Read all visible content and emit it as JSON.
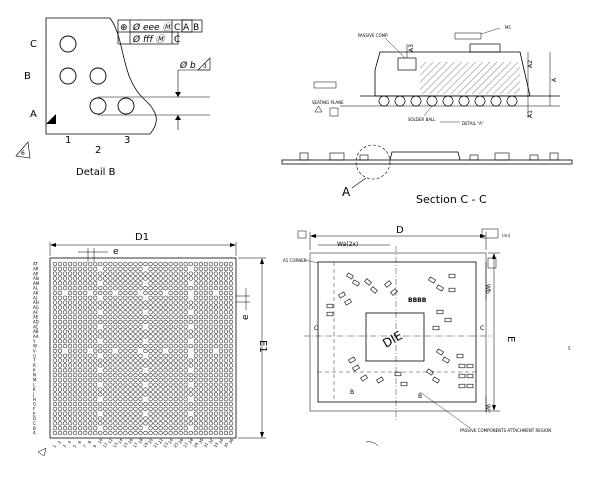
{
  "detail_b": {
    "row_labels": [
      "C",
      "B",
      "A"
    ],
    "col_labels": [
      "1",
      "2",
      "3"
    ],
    "fcf_row1": [
      "⊕",
      "Ø eee Ⓜ",
      "C",
      "A",
      "B"
    ],
    "fcf_row2": [
      "Ø fff Ⓜ",
      "C"
    ],
    "ball_dim": "Ø b",
    "ball_note": "3",
    "note_flag": "6",
    "caption": "Detail B"
  },
  "section_cc": {
    "caption": "Section C - C",
    "callout": "A",
    "labels": {
      "passive_comp": "PASSIVE COMP.",
      "mc": "MC",
      "seating_plane": "SEATING PLANE",
      "solder_ball": "SOLDER BALL",
      "detail_a": "DETAIL \"A\"",
      "dim_a": "A",
      "dim_a1": "A1",
      "dim_a2": "A2",
      "dim_a3": "A3"
    }
  },
  "bottom_view": {
    "dim_d1": "D1",
    "dim_e": "e",
    "dim_e_side": "e",
    "dim_e1": "E1",
    "row_letters": [
      "AT",
      "AR",
      "AP",
      "AN",
      "AM",
      "AL",
      "AK",
      "AJ",
      "AH",
      "AG",
      "AF",
      "AE",
      "AD",
      "AC",
      "AB",
      "AA",
      "Y",
      "W",
      "V",
      "U",
      "T",
      "R",
      "P",
      "N",
      "M",
      "L",
      "K",
      "J",
      "H",
      "G",
      "F",
      "E",
      "D",
      "C",
      "B",
      "A"
    ],
    "col_numbers": [
      "1",
      "2",
      "3",
      "4",
      "5",
      "6",
      "7",
      "8",
      "9",
      "10",
      "11",
      "12",
      "13",
      "14",
      "15",
      "16",
      "17",
      "18",
      "19",
      "20",
      "21",
      "22",
      "23",
      "24",
      "25",
      "26",
      "27",
      "28",
      "29",
      "30",
      "31",
      "32",
      "33",
      "34",
      "35",
      "36"
    ]
  },
  "top_view": {
    "dim_d": "D",
    "dim_e": "E",
    "dim_wa": "Wa(2x)",
    "dim_wb": "Wb",
    "dim_wc": "Wc",
    "corner_label": "A1 CORNER",
    "cut_b": "B",
    "cut_c": "C",
    "die_label": "DIE",
    "component_label": "BBBB",
    "passive_note": "PASSIVE COMPONENTS ATTACHMENT REGION",
    "side_mark": "5"
  }
}
